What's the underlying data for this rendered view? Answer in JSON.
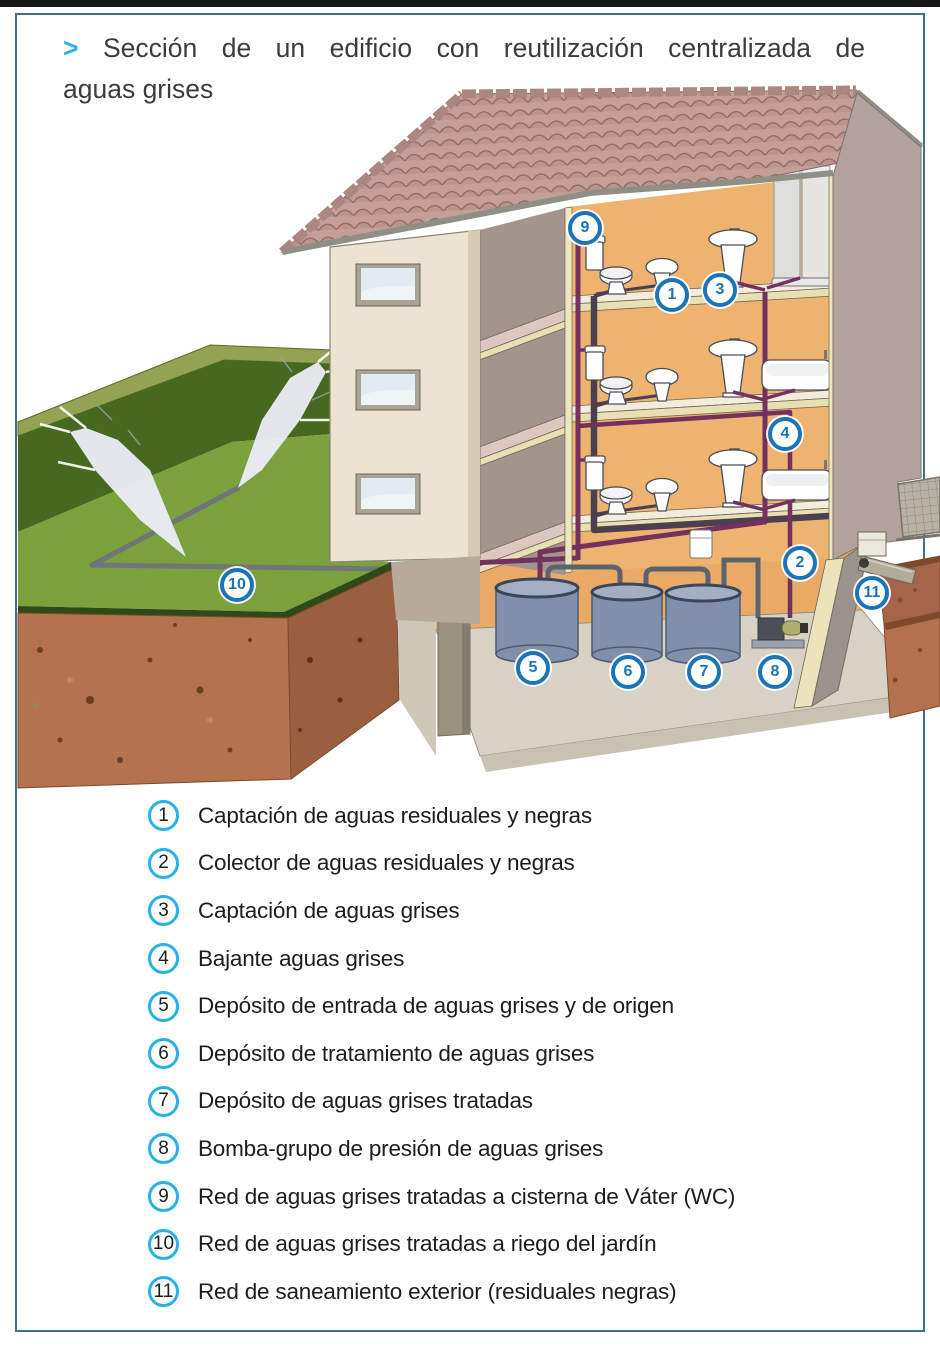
{
  "page": {
    "title_marker": ">",
    "title_line1": "Sección de un edificio con reutilización centralizada de",
    "title_line2": "aguas grises"
  },
  "colors": {
    "frame_border": "#46717f",
    "title_text": "#3c3c3c",
    "accent_marker_cyan": "#29b1e3",
    "callout_badge_blue": "#1b74b8",
    "legend_circle_cyan": "#29b1e3",
    "pipe_greywater_purple": "#74305f",
    "pipe_waste_dark": "#4c4050",
    "pipe_grey": "#5d636e",
    "tank_blue_grey": "#8090aa",
    "interior_wall_orange": "#eeb36f",
    "lawn_green": "#7aa13c",
    "hedge_green": "#47691f",
    "soil_brown": "#b4724e",
    "roof_tile": "#c49f98",
    "facade_cream": "#ece4d0",
    "exterior_wall_mauve": "#b2a19c"
  },
  "diagram": {
    "callouts": [
      "1",
      "2",
      "3",
      "4",
      "5",
      "6",
      "7",
      "8",
      "9",
      "10",
      "11"
    ]
  },
  "legend": {
    "items": [
      {
        "number": "1",
        "label": "Captación de aguas residuales y negras"
      },
      {
        "number": "2",
        "label": "Colector de aguas residuales y negras"
      },
      {
        "number": "3",
        "label": "Captación de aguas grises"
      },
      {
        "number": "4",
        "label": "Bajante aguas grises"
      },
      {
        "number": "5",
        "label": "Depósito de entrada de aguas grises y de origen"
      },
      {
        "number": "6",
        "label": "Depósito de tratamiento de aguas grises"
      },
      {
        "number": "7",
        "label": "Depósito de aguas grises tratadas"
      },
      {
        "number": "8",
        "label": "Bomba-grupo de presión de aguas grises"
      },
      {
        "number": "9",
        "label": "Red de aguas grises tratadas a cisterna de Váter (WC)"
      },
      {
        "number": "10",
        "label": "Red de aguas grises tratadas a riego del jardín"
      },
      {
        "number": "11",
        "label": "Red de saneamiento exterior (residuales negras)"
      }
    ]
  }
}
